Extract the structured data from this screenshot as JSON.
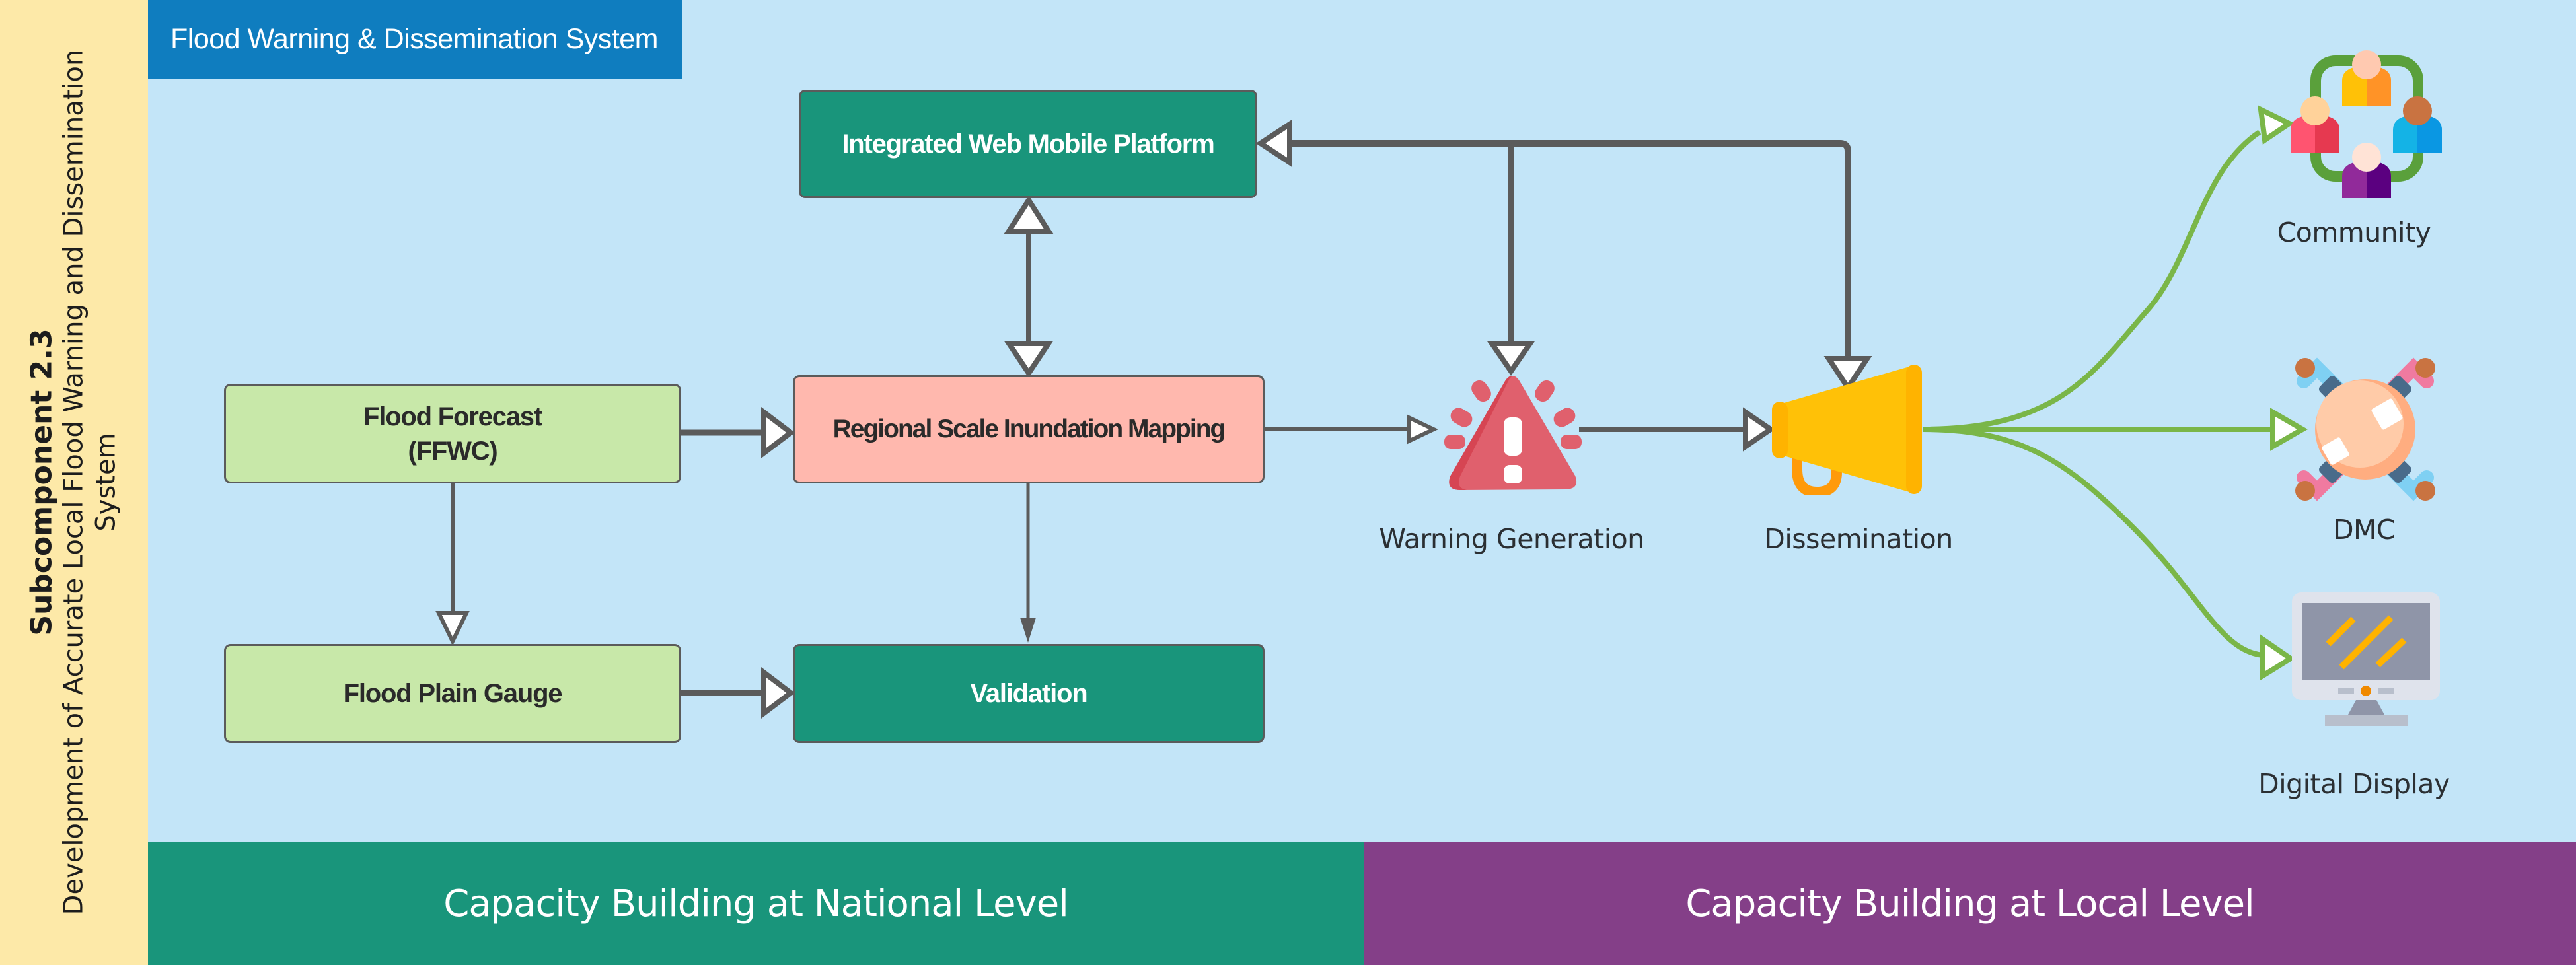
{
  "sidebar": {
    "heading": "Subcomponent 2.3",
    "description_line1": "Development of Accurate Local Flood Warning and Dissemination",
    "description_line2": "System"
  },
  "header": {
    "title": "Flood Warning & Dissemination System"
  },
  "nodes": {
    "integrated_platform": "Integrated Web Mobile Platform",
    "flood_forecast_line1": "Flood Forecast",
    "flood_forecast_line2": "(FFWC)",
    "regional_mapping": "Regional Scale Inundation Mapping",
    "flood_plain_gauge": "Flood Plain Gauge",
    "validation": "Validation"
  },
  "icons": {
    "warning": {
      "label": "Warning Generation",
      "icon": "warning-triangle-icon"
    },
    "dissemination": {
      "label": "Dissemination",
      "icon": "megaphone-icon"
    },
    "community": {
      "label": "Community",
      "icon": "community-group-icon"
    },
    "dmc": {
      "label": "DMC",
      "icon": "meeting-table-icon"
    },
    "digital_display": {
      "label": "Digital Display",
      "icon": "monitor-icon"
    }
  },
  "footer": {
    "national": "Capacity Building at National Level",
    "local": "Capacity Building at Local Level"
  },
  "colors": {
    "background": "#c3e5f8",
    "sidebar": "#fde9a8",
    "title_bar": "#0f7dbf",
    "teal": "#19957b",
    "purple": "#843f88",
    "lime_box": "#c8e8a9",
    "pink_box": "#ffb8ae",
    "connector": "#5b5b5b",
    "dissemination_link": "#7ab648"
  },
  "edges": [
    {
      "from": "Flood Forecast",
      "to": "Regional Scale Inundation Mapping"
    },
    {
      "from": "Flood Forecast",
      "to": "Flood Plain Gauge"
    },
    {
      "from": "Flood Plain Gauge",
      "to": "Validation"
    },
    {
      "from": "Regional Scale Inundation Mapping",
      "to": "Validation"
    },
    {
      "from": "Regional Scale Inundation Mapping",
      "to": "Integrated Web Mobile Platform",
      "bidirectional": true
    },
    {
      "from": "Regional Scale Inundation Mapping",
      "to": "Warning Generation"
    },
    {
      "from": "Warning Generation",
      "to": "Dissemination"
    },
    {
      "from": "Integrated Web Mobile Platform",
      "to": "Warning Generation",
      "bidirectional": true
    },
    {
      "from": "Integrated Web Mobile Platform",
      "to": "Dissemination",
      "bidirectional": true
    },
    {
      "from": "Dissemination",
      "to": "Community"
    },
    {
      "from": "Dissemination",
      "to": "DMC"
    },
    {
      "from": "Dissemination",
      "to": "Digital Display"
    }
  ]
}
